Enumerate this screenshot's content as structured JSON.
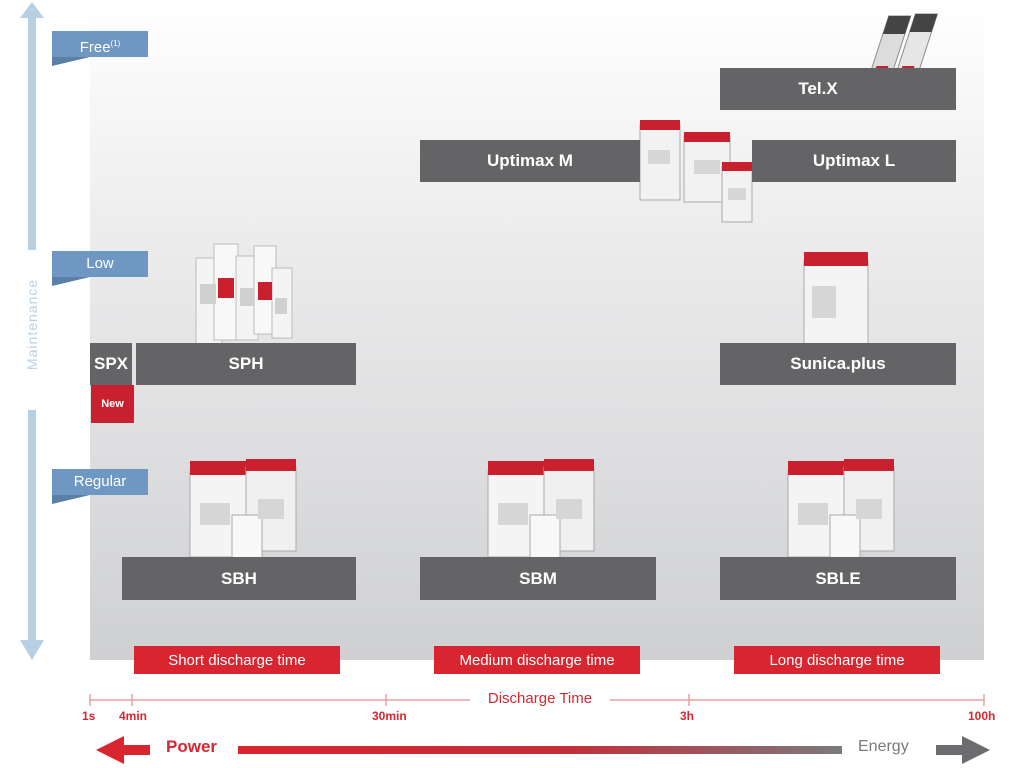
{
  "maintenance": {
    "axis_label": "Maintenance",
    "levels": [
      {
        "label": "Free",
        "superscript": "(1)"
      },
      {
        "label": "Low"
      },
      {
        "label": "Regular"
      }
    ]
  },
  "products": {
    "telx": "Tel.X",
    "uptimax_m": "Uptimax M",
    "uptimax_l": "Uptimax L",
    "spx": "SPX",
    "spx_badge": "New",
    "sph": "SPH",
    "sunica": "Sunica.plus",
    "sbh": "SBH",
    "sbm": "SBM",
    "sble": "SBLE"
  },
  "discharge_categories": [
    "Short discharge time",
    "Medium discharge time",
    "Long discharge time"
  ],
  "discharge_axis": {
    "title": "Discharge Time",
    "ticks": [
      "1s",
      "4min",
      "30min",
      "3h",
      "100h"
    ]
  },
  "power_energy": {
    "power": "Power",
    "energy": "Energy"
  },
  "colors": {
    "accent_red": "#d9252f",
    "bar_grey": "#646466",
    "tag_blue": "#6e97c2",
    "axis_blue": "#b8d0e4"
  }
}
